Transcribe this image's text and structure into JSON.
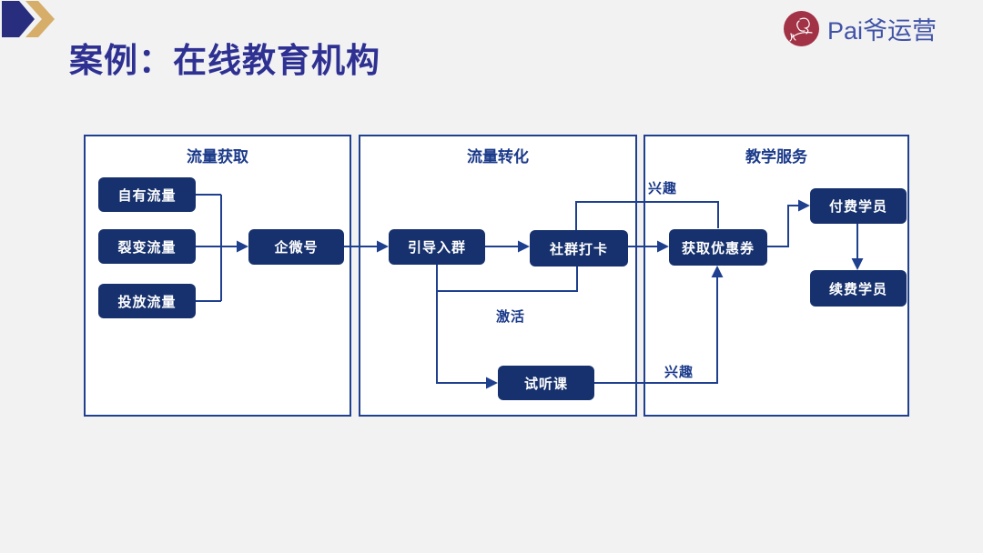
{
  "header": {
    "title": "案例：在线教育机构"
  },
  "logo": {
    "text": "Pai爷运营",
    "icon": "person-sketch-logo"
  },
  "panels": [
    {
      "title": "流量获取"
    },
    {
      "title": "流量转化"
    },
    {
      "title": "教学服务"
    }
  ],
  "nodes": {
    "own_traffic": "自有流量",
    "fission_traffic": "裂变流量",
    "paid_traffic": "投放流量",
    "wecom_account": "企微号",
    "guide_to_group": "引导入群",
    "community_checkin": "社群打卡",
    "trial_class": "试听课",
    "get_coupon": "获取优惠券",
    "paying_student": "付费学员",
    "renewal_student": "续费学员"
  },
  "edge_labels": {
    "interest_top": "兴趣",
    "activate": "激活",
    "interest_bottom": "兴趣"
  },
  "flows": [
    "自有流量 → 企微号",
    "裂变流量 → 企微号",
    "投放流量 → 企微号",
    "企微号 → 引导入群",
    "引导入群 → 社群打卡",
    "社群打卡 → 获取优惠券",
    "社群打卡 →(兴趣) 获取优惠券",
    "引导入群/社群打卡 →(激活) 试听课",
    "试听课 →(兴趣) 获取优惠券",
    "获取优惠券 → 付费学员",
    "付费学员 → 续费学员"
  ],
  "colors": {
    "background": "#f2f2f3",
    "node_fill": "#16316d",
    "line": "#1f3f8f",
    "title_text": "#2e3192",
    "gold_accent": "#d6ae6a",
    "header_arrow_navy": "#282d7e",
    "logo_red": "#a23246",
    "logo_text_blue": "#4053a6"
  }
}
